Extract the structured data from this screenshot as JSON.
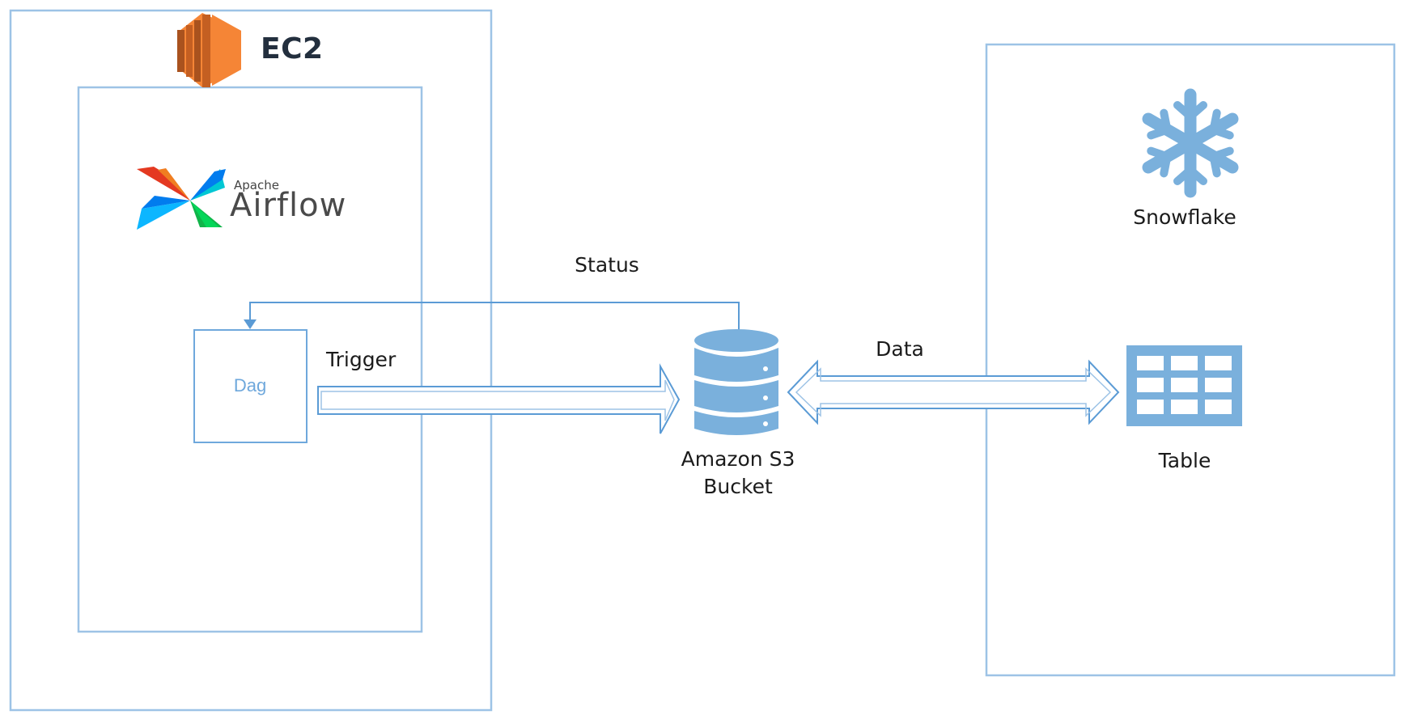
{
  "ec2": {
    "label": "EC2",
    "icon": "ec2-icon",
    "icon_color": "#f58536"
  },
  "airflow": {
    "small_label": "Apache",
    "big_label": "Airflow",
    "icon": "airflow-pinwheel-icon"
  },
  "dag": {
    "label": "Dag"
  },
  "arrows": {
    "status_label": "Status",
    "trigger_label": "Trigger",
    "data_label": "Data"
  },
  "s3": {
    "label_line1": "Amazon S3",
    "label_line2": "Bucket",
    "icon": "database-icon"
  },
  "snowflake": {
    "label": "Snowflake",
    "icon": "snowflake-icon"
  },
  "table": {
    "label": "Table",
    "icon": "table-icon"
  },
  "colors": {
    "box_stroke": "#9dc3e6",
    "icon_blue": "#7ab0dc",
    "arrow_blue": "#5b9bd5"
  }
}
